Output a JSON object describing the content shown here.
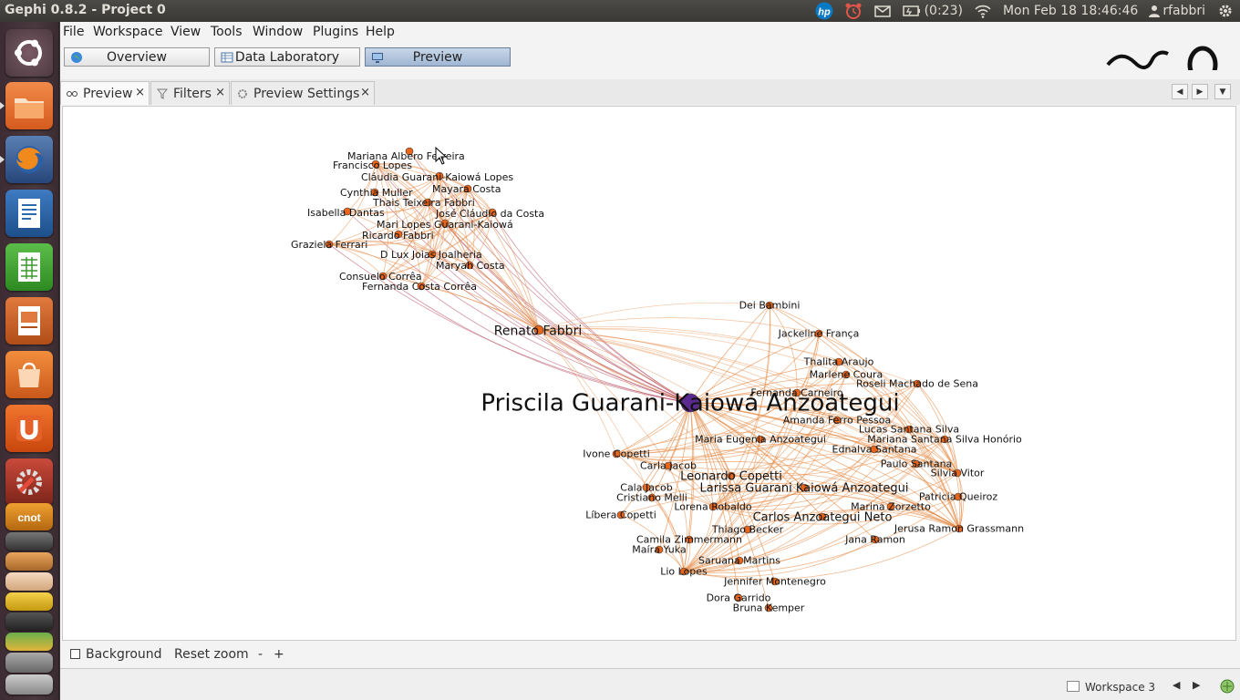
{
  "panel": {
    "title": "Gephi 0.8.2 - Project 0",
    "battery": "(0:23)",
    "datetime": "Mon Feb 18 18:46:46",
    "user": "rfabbri"
  },
  "menu": [
    "File",
    "Workspace",
    "View",
    "Tools",
    "Window",
    "Plugins",
    "Help"
  ],
  "perspectives": {
    "overview": "Overview",
    "data_lab": "Data Laboratory",
    "preview": "Preview"
  },
  "tabs": {
    "preview": "Preview",
    "filters": "Filters",
    "settings": "Preview Settings",
    "close": "×"
  },
  "bottom": {
    "background": "Background",
    "reset_zoom": "Reset zoom",
    "minus": "-",
    "plus": "+"
  },
  "status": {
    "workspace": "Workspace 3"
  },
  "graph": {
    "central_color": "#5a2a91",
    "node_color": "#e8651c",
    "edge_color": "#e68a45",
    "edge_color_alt": "#b0445a",
    "nodes": [
      {
        "id": "mariana_albero",
        "label": "Mariana Albero Ferreira"
      },
      {
        "id": "francisco",
        "label": "Francisco Lopes"
      },
      {
        "id": "claudia",
        "label": "Cláudia Guarani-Kaiowá Lopes"
      },
      {
        "id": "cynthia",
        "label": "Cynthia Muller"
      },
      {
        "id": "mayara",
        "label": "Mayara Costa"
      },
      {
        "id": "thais",
        "label": "Thais Teixeira Fabbri"
      },
      {
        "id": "isabella",
        "label": "Isabella Dantas"
      },
      {
        "id": "jose",
        "label": "José Cláudio da Costa"
      },
      {
        "id": "mari",
        "label": "Mari Lopes Guarani-Kaiowá"
      },
      {
        "id": "ricardo",
        "label": "Ricardo Fabbri"
      },
      {
        "id": "graziela",
        "label": "Graziela Ferrari"
      },
      {
        "id": "dlux",
        "label": "D Lux Joias Joalheria"
      },
      {
        "id": "maryah",
        "label": "Maryah Costa"
      },
      {
        "id": "consuelo",
        "label": "Consuelo Corrêa"
      },
      {
        "id": "fernanda_costa",
        "label": "Fernanda Costa Corrêa"
      },
      {
        "id": "renato",
        "label": "Renato Fabbri"
      },
      {
        "id": "priscila",
        "label": "Priscila Guarani-Kaiowá Anzoategui"
      },
      {
        "id": "dei",
        "label": "Dei Bambini"
      },
      {
        "id": "jackeline",
        "label": "Jackeline França"
      },
      {
        "id": "thalita",
        "label": "Thalita Araujo"
      },
      {
        "id": "marlene",
        "label": "Marlene Coura"
      },
      {
        "id": "roseli",
        "label": "Roseli Machado de Sena"
      },
      {
        "id": "fernanda_carneiro",
        "label": "Fernanda Carneiro"
      },
      {
        "id": "amanda",
        "label": "Amanda Ferro Pessoa"
      },
      {
        "id": "lucas",
        "label": "Lucas Santana Silva"
      },
      {
        "id": "maria_eugenia",
        "label": "Maria Eugenia Anzoategui"
      },
      {
        "id": "mariana_santana",
        "label": "Mariana Santana Silva Honório"
      },
      {
        "id": "ivone",
        "label": "Ivone Copetti"
      },
      {
        "id": "ednalva",
        "label": "Ednalva Santana"
      },
      {
        "id": "carla",
        "label": "Carla Jacob"
      },
      {
        "id": "paulo",
        "label": "Paulo Santana"
      },
      {
        "id": "leonardo",
        "label": "Leonardo Copetti"
      },
      {
        "id": "silvia",
        "label": "Silvia Vitor"
      },
      {
        "id": "cala",
        "label": "Cala Jacob"
      },
      {
        "id": "larissa",
        "label": "Larissa Guarani Kaiowá Anzoategui"
      },
      {
        "id": "cristiano",
        "label": "Cristiano Melli"
      },
      {
        "id": "patricia",
        "label": "Patricia Queiroz"
      },
      {
        "id": "lorena",
        "label": "Lorena Robaldo"
      },
      {
        "id": "marina",
        "label": "Marina Zorzetto"
      },
      {
        "id": "libera",
        "label": "Líbera Copetti"
      },
      {
        "id": "carlos",
        "label": "Carlos Anzoategui Neto"
      },
      {
        "id": "thiago",
        "label": "Thiago Becker"
      },
      {
        "id": "jerusa",
        "label": "Jerusa Ramon Grassmann"
      },
      {
        "id": "camila",
        "label": "Camila Zimmermann"
      },
      {
        "id": "jana",
        "label": "Jana Ramon"
      },
      {
        "id": "maira",
        "label": "Maíra Yuka"
      },
      {
        "id": "saruana",
        "label": "Saruana Martins"
      },
      {
        "id": "lio",
        "label": "Lio Lopes"
      },
      {
        "id": "jennifer",
        "label": "Jennifer Montenegro"
      },
      {
        "id": "dora",
        "label": "Dora Garrido"
      },
      {
        "id": "bruna",
        "label": "Bruna Kemper"
      }
    ]
  }
}
